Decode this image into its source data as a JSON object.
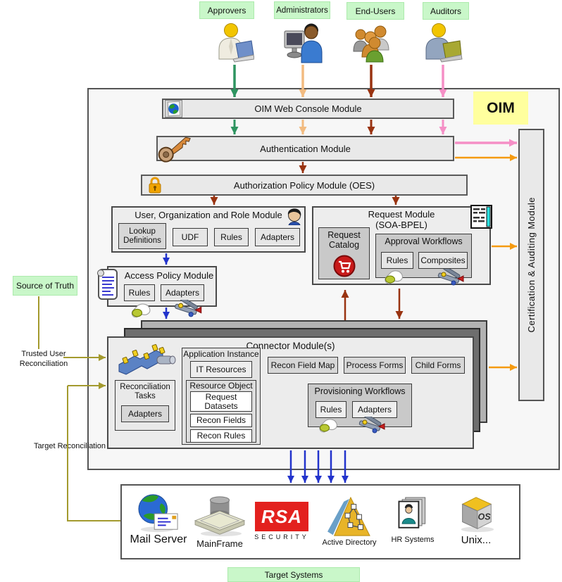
{
  "actors": [
    {
      "label": "Approvers"
    },
    {
      "label": "Administrators"
    },
    {
      "label": "End-Users"
    },
    {
      "label": "Auditors"
    }
  ],
  "oim": {
    "badge": "OIM"
  },
  "bars": {
    "web_console": "OIM Web Console Module",
    "authentication": "Authentication Module",
    "authorization": "Authorization Policy Module (OES)"
  },
  "user_org": {
    "title": "User, Organization and Role Module",
    "lookup": "Lookup Definitions",
    "udf": "UDF",
    "rules": "Rules",
    "adapters": "Adapters"
  },
  "request": {
    "title": "Request Module",
    "subtitle": "(SOA-BPEL)",
    "catalog": "Request Catalog",
    "approval": "Approval Workflows",
    "rules": "Rules",
    "composites": "Composites"
  },
  "access": {
    "title": "Access Policy Module",
    "rules": "Rules",
    "adapters": "Adapters"
  },
  "certification": {
    "title": "Certification & Auditing Module"
  },
  "connector": {
    "title": "Connector Module(s)",
    "application_instance": "Application Instance",
    "it_resources": "IT Resources",
    "resource_object": "Resource Object",
    "request_datasets": "Request Datasets",
    "recon_fields": "Recon Fields",
    "recon_rules": "Recon Rules",
    "recon_field_map": "Recon Field Map",
    "process_forms": "Process Forms",
    "child_forms": "Child Forms",
    "provisioning": "Provisioning Workflows",
    "prov_rules": "Rules",
    "prov_adapters": "Adapters",
    "recon_tasks": "Reconciliation Tasks",
    "recon_adapters": "Adapters"
  },
  "left": {
    "source_of_truth": "Source of Truth",
    "trusted": "Trusted User Reconciliation",
    "target": "Target Reconciliation"
  },
  "targets": {
    "label": "Target Systems",
    "items": [
      {
        "label": "Mail Server"
      },
      {
        "label": "MainFrame"
      },
      {
        "label": ""
      },
      {
        "label": "Active Directory"
      },
      {
        "label": "HR Systems"
      },
      {
        "label": "Unix..."
      }
    ],
    "rsa_line1": "RSA",
    "rsa_line2": "SECURITY",
    "unix_os": "OS"
  },
  "colors": {
    "label_green": "#c9f7c9",
    "oim_yellow": "#ffff9e",
    "arrow_green": "#2e9460",
    "arrow_peach": "#f2bb80",
    "arrow_brown": "#993311",
    "arrow_pink": "#f58fc6",
    "arrow_orange": "#f59a10",
    "arrow_blue": "#2233cc",
    "arrow_olive": "#a39a2e"
  }
}
